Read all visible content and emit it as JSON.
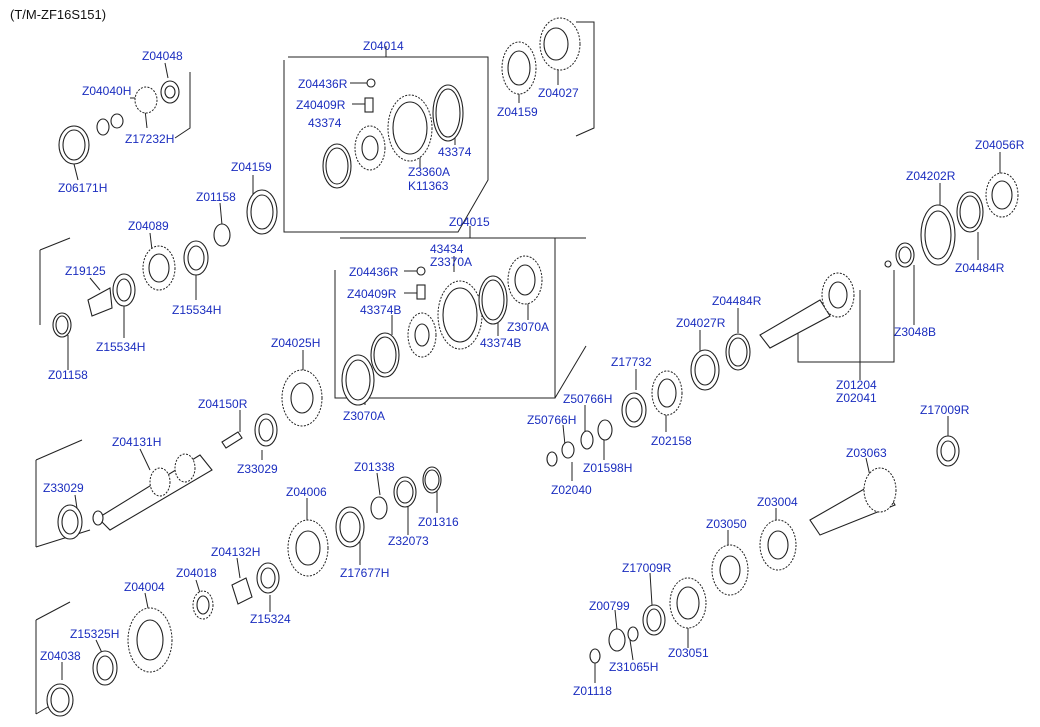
{
  "title": "(T/M-ZF16S151)",
  "labels": {
    "z04048": "Z04048",
    "z04040h": "Z04040H",
    "z17232h": "Z17232H",
    "z06171h": "Z06171H",
    "z04014": "Z04014",
    "z04436r_a": "Z04436R",
    "z40409r_a": "Z40409R",
    "n43374_a": "43374",
    "n43374_b": "43374",
    "z3360a": "Z3360A",
    "k11363": "K11363",
    "z04159_a": "Z04159",
    "z04027": "Z04027",
    "z04159_b": "Z04159",
    "z01158_a": "Z01158",
    "z04089": "Z04089",
    "z19125": "Z19125",
    "z15534h_a": "Z15534H",
    "z15534h_b": "Z15534H",
    "z01158_b": "Z01158",
    "z04015": "Z04015",
    "n43434": "43434",
    "z3370a": "Z3370A",
    "z04436r_b": "Z04436R",
    "z40409r_b": "Z40409R",
    "n43374b_a": "43374B",
    "n43374b_b": "43374B",
    "z3070a_a": "Z3070A",
    "z3070a_b": "Z3070A",
    "z04056r": "Z04056R",
    "z04202r": "Z04202R",
    "z04484r_a": "Z04484R",
    "z04484r_b": "Z04484R",
    "z3048b": "Z3048B",
    "z04027r": "Z04027R",
    "z01204": "Z01204",
    "z02041": "Z02041",
    "z17732": "Z17732",
    "z50766h_a": "Z50766H",
    "z50766h_b": "Z50766H",
    "z02158": "Z02158",
    "z01598h": "Z01598H",
    "z02040": "Z02040",
    "z04025h": "Z04025H",
    "z04150r": "Z04150R",
    "z04131h": "Z04131H",
    "z33029_a": "Z33029",
    "z33029_b": "Z33029",
    "z01338": "Z01338",
    "z04006": "Z04006",
    "z01316": "Z01316",
    "z32073": "Z32073",
    "z17677h": "Z17677H",
    "z04132h": "Z04132H",
    "z04018": "Z04018",
    "z04004": "Z04004",
    "z15324": "Z15324",
    "z15325h": "Z15325H",
    "z04038": "Z04038",
    "z17009r_a": "Z17009R",
    "z03063": "Z03063",
    "z03004": "Z03004",
    "z03050": "Z03050",
    "z17009r_b": "Z17009R",
    "z00799": "Z00799",
    "z03051": "Z03051",
    "z31065h": "Z31065H",
    "z01118": "Z01118"
  }
}
